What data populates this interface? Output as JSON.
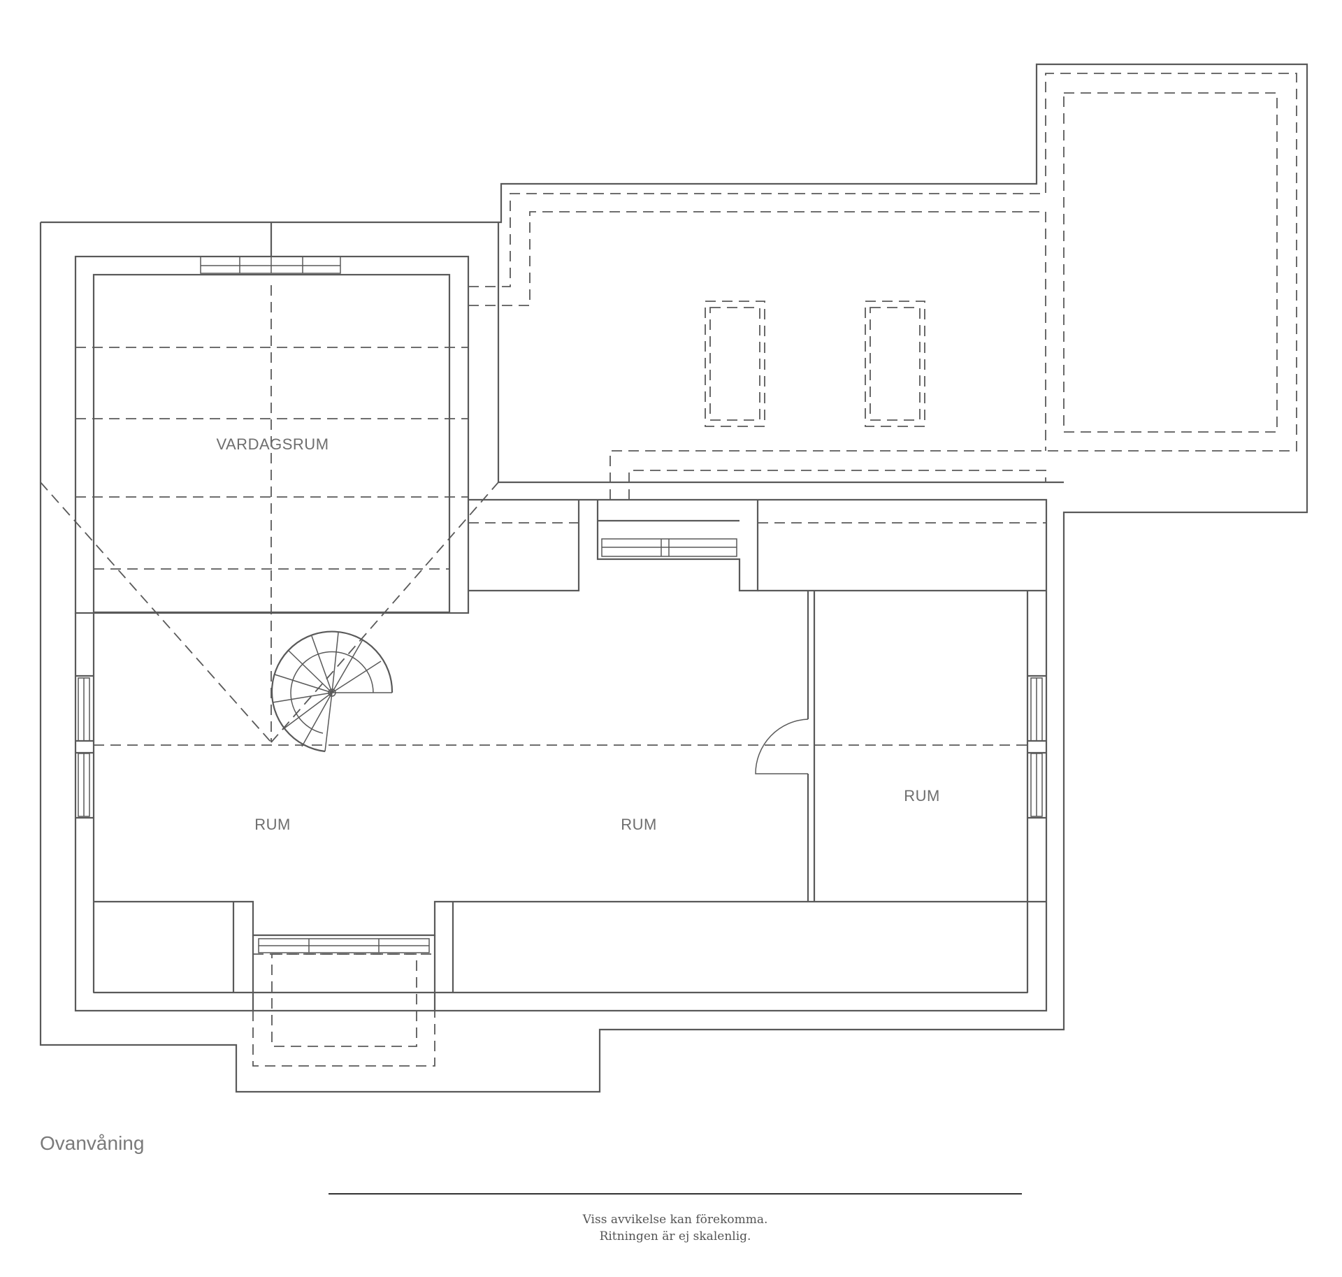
{
  "rooms": {
    "vardagsrum": "VARDAGSRUM",
    "rum_left": "RUM",
    "rum_center": "RUM",
    "rum_right": "RUM"
  },
  "floor_name": "Ovanvåning",
  "disclaimer": {
    "line1": "Viss avvikelse kan förekomma.",
    "line2": "Ritningen är ej skalenlig."
  },
  "colors": {
    "line": "#595959",
    "text": "#6e6e6e",
    "background": "#ffffff"
  }
}
